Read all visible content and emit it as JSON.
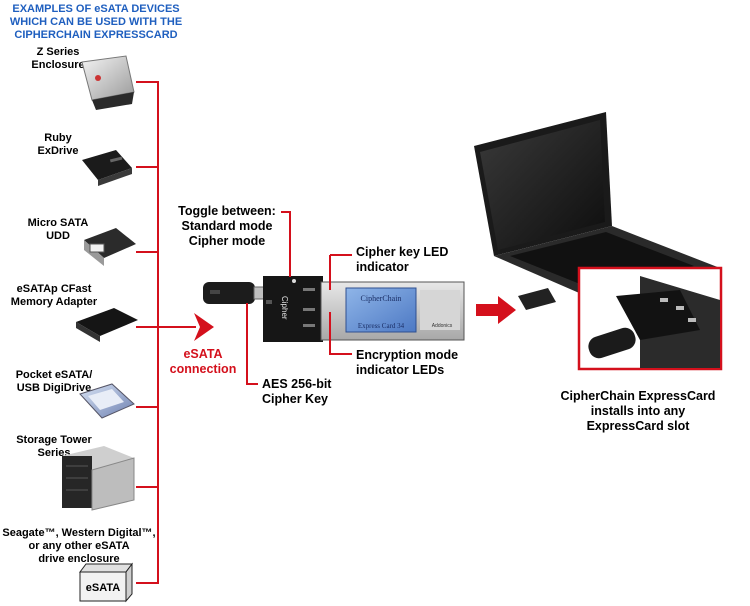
{
  "title_lines": [
    "EXAMPLES OF eSATA DEVICES",
    "WHICH CAN BE USED WITH THE",
    "CIPHERCHAIN EXPRESSCARD"
  ],
  "devices": [
    {
      "lines": [
        "Z Series",
        "Enclosure"
      ]
    },
    {
      "lines": [
        "Ruby",
        "ExDrive"
      ]
    },
    {
      "lines": [
        "Micro SATA",
        "UDD"
      ]
    },
    {
      "lines": [
        "eSATAp CFast",
        "Memory Adapter"
      ]
    },
    {
      "lines": [
        "Pocket eSATA/",
        "USB DigiDrive"
      ]
    },
    {
      "lines": [
        "Storage Tower",
        "Series"
      ]
    },
    {
      "lines": [
        "Seagate™, Western Digital™,",
        "or any other eSATA",
        "drive enclosure"
      ]
    }
  ],
  "esata_box_label": "eSATA",
  "esata_connection_lines": [
    "eSATA",
    "connection"
  ],
  "toggle_lines": [
    "Toggle between:",
    "Standard mode",
    "Cipher mode"
  ],
  "cipher_led_lines": [
    "Cipher key LED",
    "indicator"
  ],
  "encryption_led_lines": [
    "Encryption mode",
    "indicator LEDs"
  ],
  "aes_lines": [
    "AES 256-bit",
    "Cipher Key"
  ],
  "card_text": {
    "brand": "CipherChain",
    "slot_label": "Express Card 34",
    "small_brand": "Addonics",
    "side": "Cipher"
  },
  "install_lines": [
    "CipherChain ExpressCard",
    "installs into any",
    "ExpressCard slot"
  ],
  "colors": {
    "accent_red": "#d4101c",
    "title_blue": "#1f5fbf"
  }
}
